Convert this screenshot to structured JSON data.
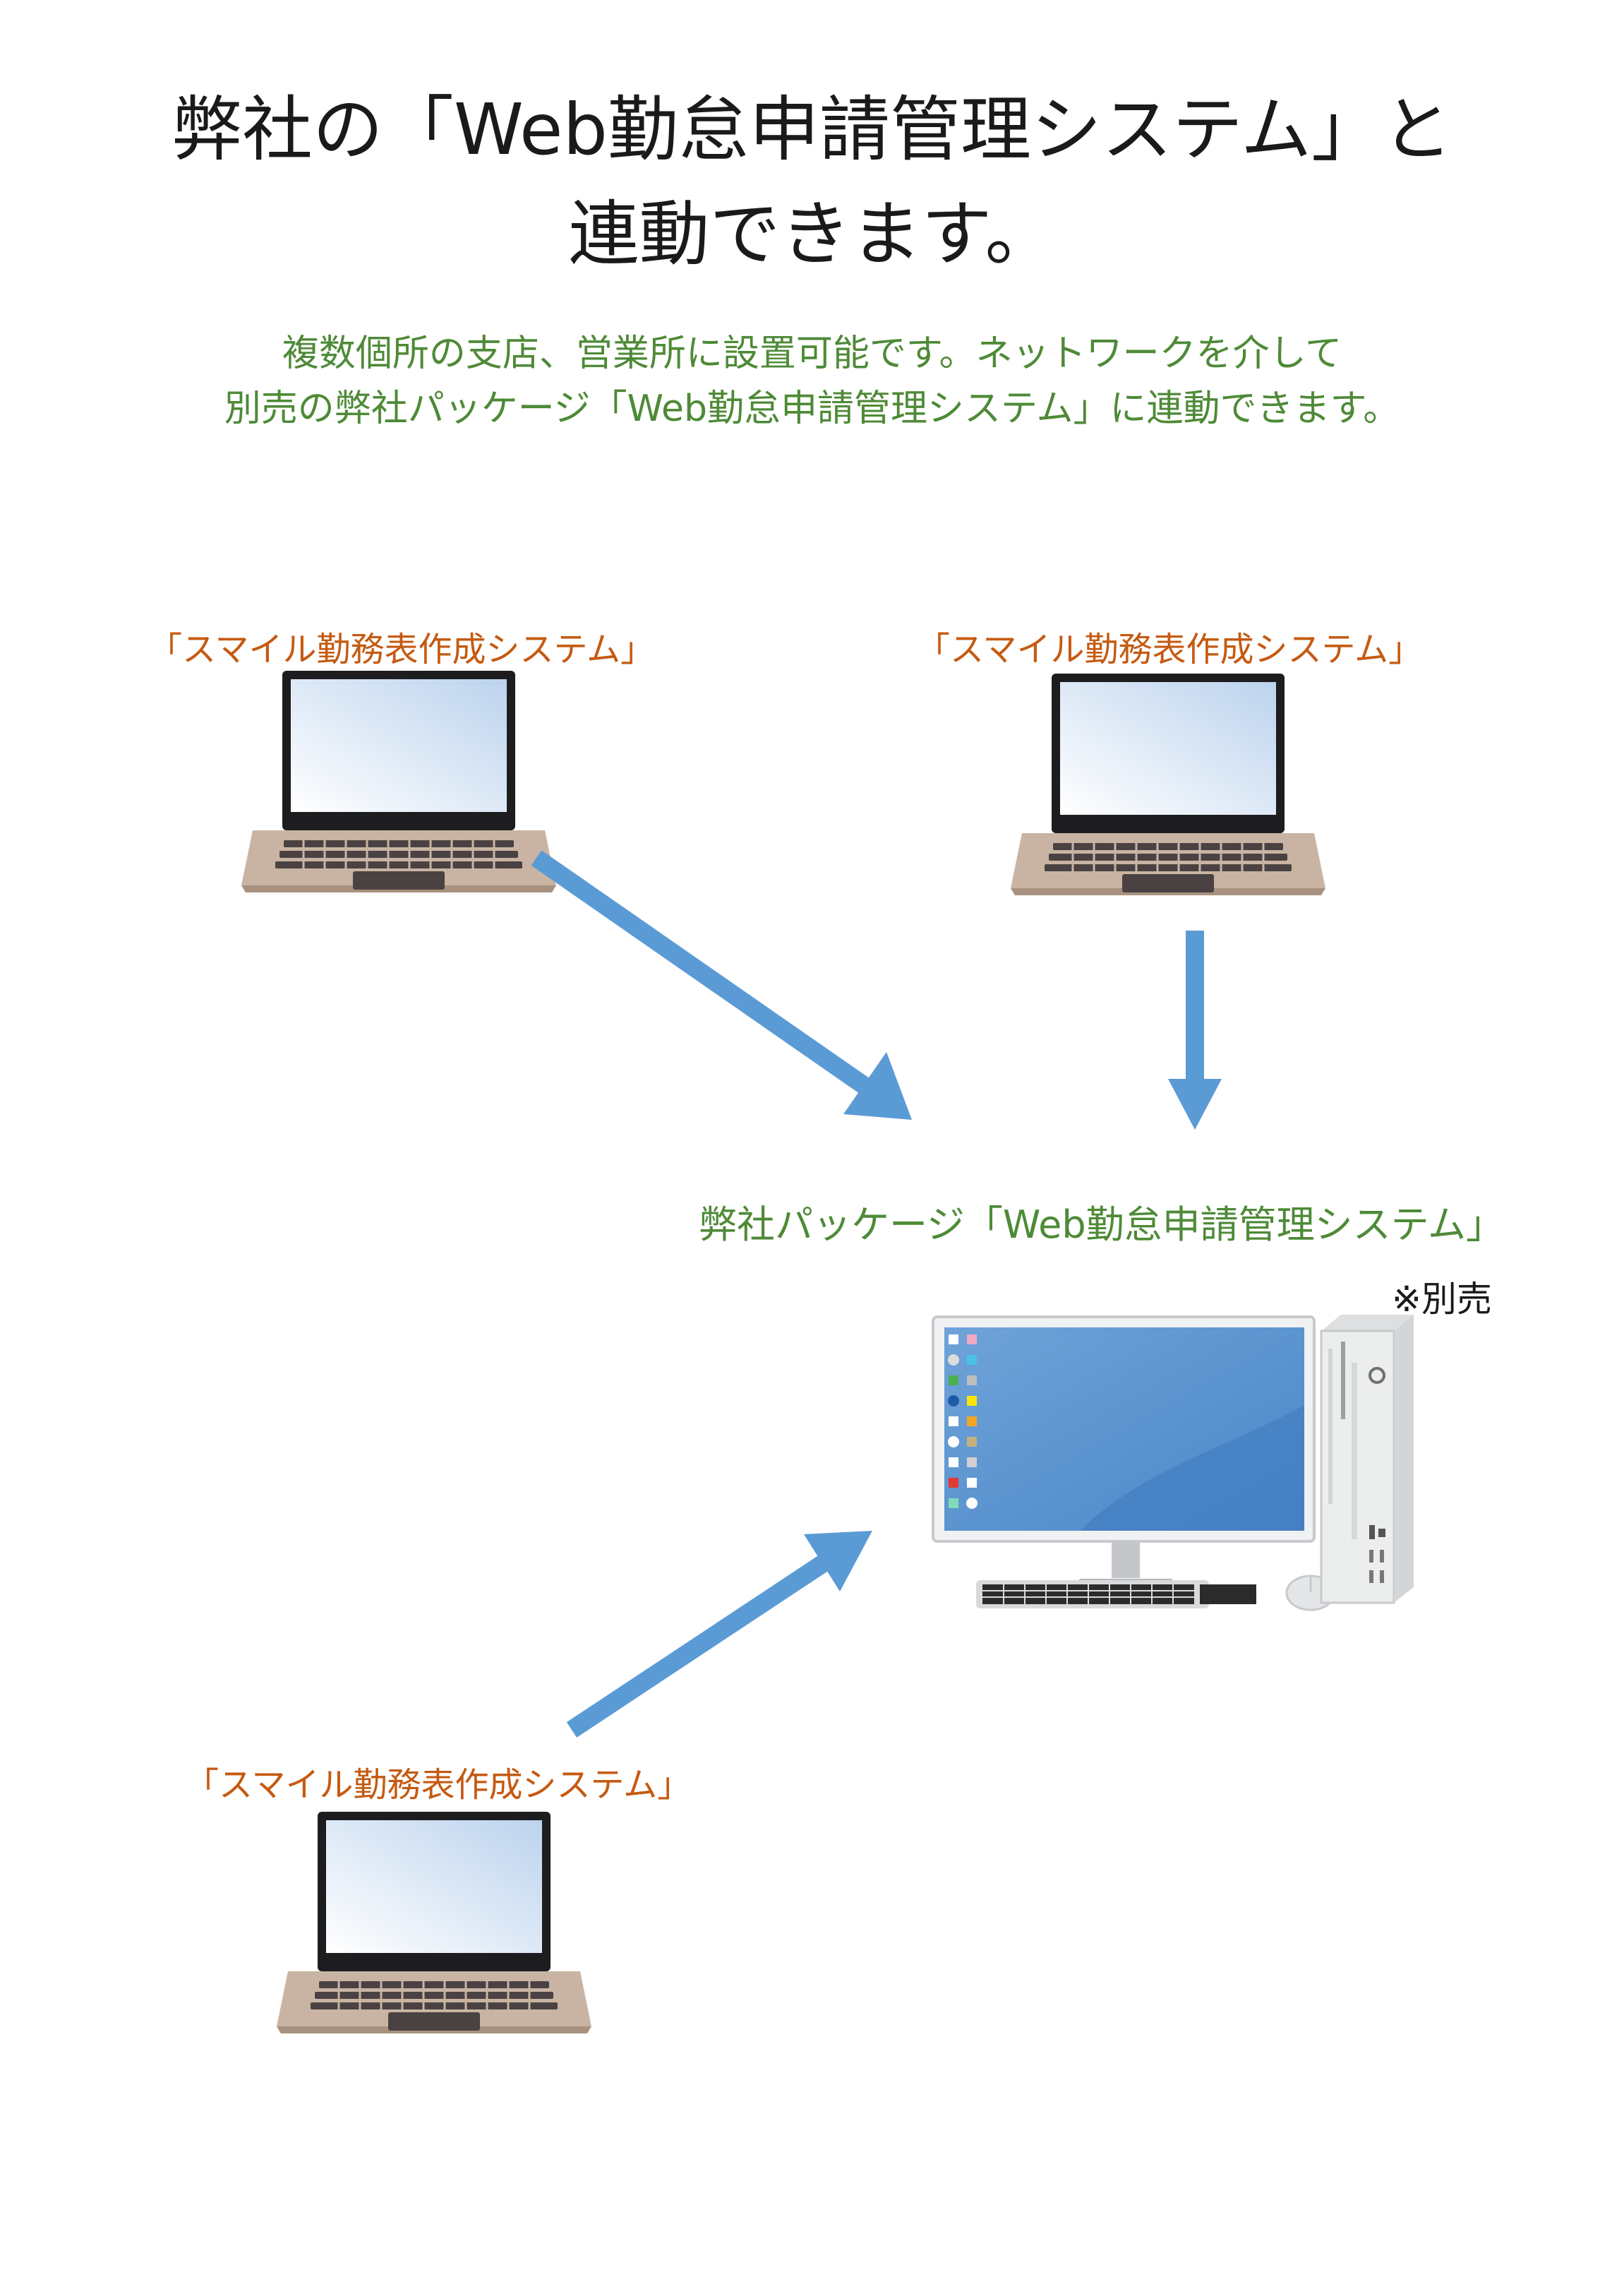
{
  "title": {
    "line1": "弊社の「Web勤怠申請管理システム」と",
    "line2": "連動できます。"
  },
  "subtitle": {
    "line1": "複数個所の支店、営業所に設置可能です。ネットワークを介して",
    "line2": "別売の弊社パッケージ「Web勤怠申請管理システム」に連動できます。"
  },
  "clients": [
    {
      "label": "「スマイル勤務表作成システム」"
    },
    {
      "label": "「スマイル勤務表作成システム」"
    },
    {
      "label": "「スマイル勤務表作成システム」"
    }
  ],
  "server": {
    "label": "弊社パッケージ「Web勤怠申請管理システム」",
    "note": "※別売"
  },
  "colors": {
    "title": "#1a1a1a",
    "subtitle": "#4e8a37",
    "client_label": "#c55a11",
    "arrow": "#5b9bd5"
  },
  "icons": [
    "laptop-icon",
    "desktop-computer-icon",
    "arrow-icon"
  ]
}
